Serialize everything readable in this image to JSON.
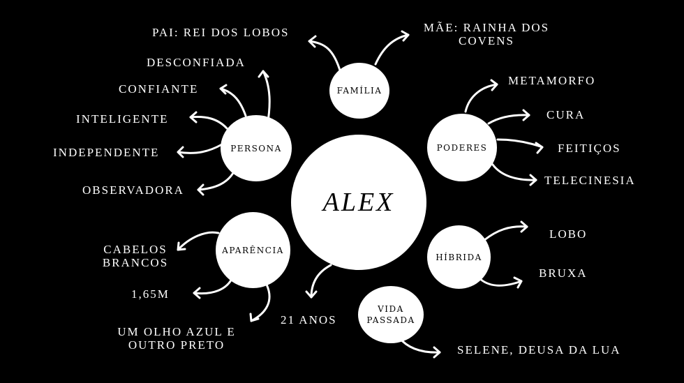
{
  "center": {
    "label": "ALEX"
  },
  "categories": {
    "familia": "FAMÍLIA",
    "persona": "PERSONA",
    "poderes": "PODERES",
    "aparencia": "APARÊNCIA",
    "hibrida": "HÍBRIDA",
    "vida_passada": [
      "VIDA",
      "PASSADA"
    ]
  },
  "leaves": {
    "pai": "PAI: REI DOS LOBOS",
    "mae": [
      "MÃE: RAINHA DOS",
      "COVENS"
    ],
    "desconfiada": "DESCONFIADA",
    "confiante": "CONFIANTE",
    "inteligente": "INTELIGENTE",
    "independente": "INDEPENDENTE",
    "observadora": "OBSERVADORA",
    "metamorfo": "METAMORFO",
    "cura": "CURA",
    "feiticos": "FEITIÇOS",
    "telecinesia": "TELECINESIA",
    "cabelos": [
      "CABELOS",
      "BRANCOS"
    ],
    "altura": "1,65M",
    "olhos": [
      "UM OLHO AZUL E",
      "OUTRO PRETO"
    ],
    "idade": "21 ANOS",
    "lobo": "LOBO",
    "bruxa": "BRUXA",
    "selene": "SELENE, DEUSA DA LUA"
  },
  "colors": {
    "background": "#000000",
    "foreground": "#ffffff"
  }
}
